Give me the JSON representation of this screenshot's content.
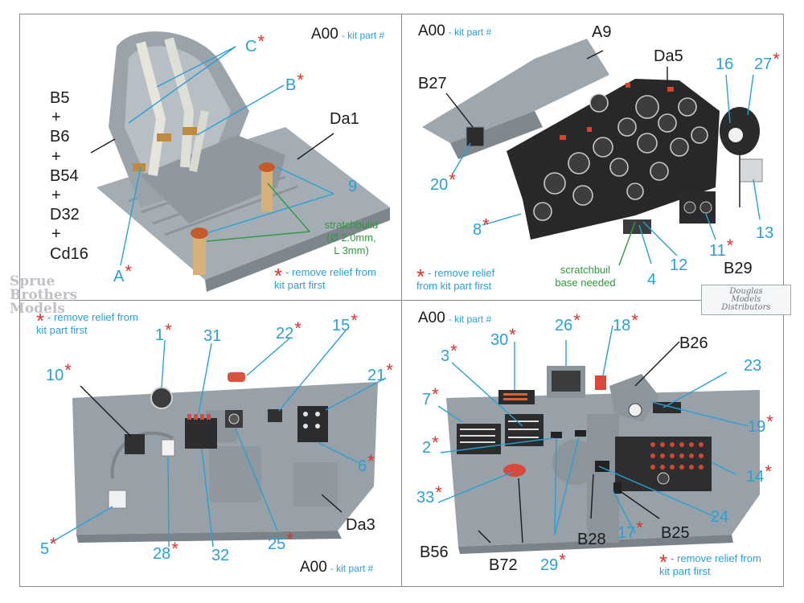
{
  "panels": {
    "seat": {
      "kit_part": "A00",
      "kit_part_caption": "- kit part #",
      "stack": [
        "B5",
        "+",
        "B6",
        "+",
        "B54",
        "+",
        "D32",
        "+",
        "Cd16"
      ],
      "labels": {
        "c": "C",
        "b": "B",
        "da1": "Da1",
        "n9": "9",
        "a": "A"
      },
      "scratch_note": [
        "stratchbuild",
        "(Ø 2.0mm,",
        "L 3mm)"
      ],
      "remove_note": [
        "- remove relief from",
        "kit part first"
      ]
    },
    "instrument": {
      "kit_part": "A00",
      "kit_part_caption": "- kit part #",
      "labels": {
        "a9": "A9",
        "b27": "B27",
        "da5": "Da5",
        "n16": "16",
        "n27": "27",
        "n20": "20",
        "n8": "8",
        "n4": "4",
        "n12": "12",
        "n11": "11",
        "n13": "13",
        "b29": "B29"
      },
      "scratch_note": [
        "scratchbuil",
        "base needed"
      ],
      "remove_note": [
        "- remove relief",
        "from kit part first"
      ]
    },
    "left_console": {
      "kit_part": "A00",
      "kit_part_caption": "- kit part #",
      "remove_note": [
        "- remove relief from",
        "kit part first"
      ],
      "labels": {
        "n1": "1",
        "n31": "31",
        "n22": "22",
        "n15": "15",
        "n10": "10",
        "n21": "21",
        "n6": "6",
        "n5": "5",
        "n28": "28",
        "n32": "32",
        "n25": "25",
        "da3": "Da3"
      }
    },
    "right_console": {
      "kit_part": "A00",
      "kit_part_caption": "- kit part #",
      "remove_note": [
        "- remove relief from",
        "kit part first"
      ],
      "labels": {
        "n26": "26",
        "n18": "18",
        "n30": "30",
        "b26": "B26",
        "n3": "3",
        "n23": "23",
        "n7": "7",
        "n19": "19",
        "n2": "2",
        "n14": "14",
        "n33": "33",
        "n24": "24",
        "n17": "17",
        "b25": "B25",
        "b56": "B56",
        "b72": "B72",
        "n29": "29",
        "b28": "B28"
      }
    }
  },
  "watermarks": {
    "left": [
      "Sprue",
      "Brothers",
      "Models"
    ],
    "right": [
      "Douglas",
      "Models",
      "Distributors"
    ]
  },
  "colors": {
    "callout": "#29a0d6",
    "asterisk": "#e0312a",
    "scratch": "#2e9a3c",
    "resin": "#8b949c"
  }
}
